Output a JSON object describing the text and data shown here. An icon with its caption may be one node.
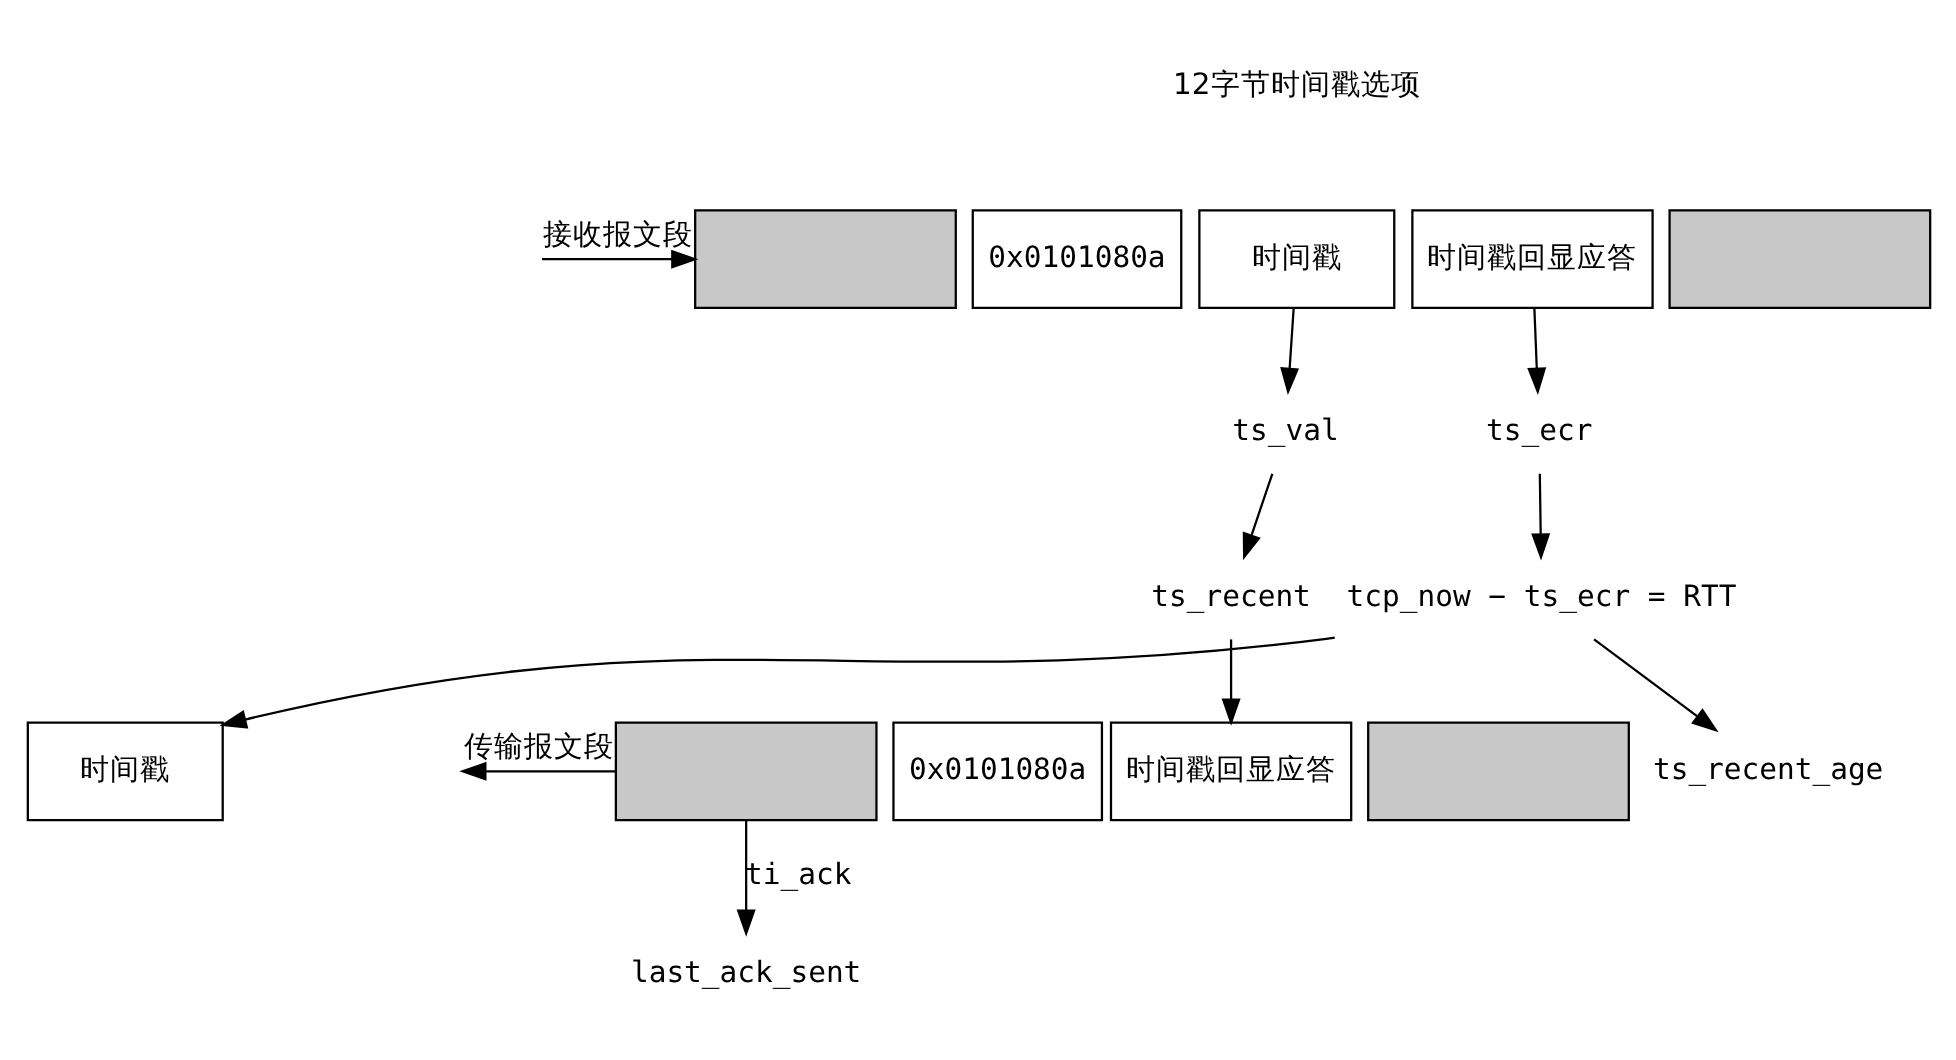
{
  "diagram": {
    "nodes": [
      {
        "text": [],
        "shape": "box"
      },
      {
        "text": [
          "0x0101080a"
        ]
      },
      {
        "text": [
          "时间戳"
        ]
      },
      {
        "text": [
          "时间戳回显应答"
        ]
      },
      {
        "text": [],
        "shape": "box"
      },
      {
        "text": [
          "ts_val"
        ]
      },
      {
        "text": [
          "ts_ecr"
        ]
      },
      {
        "text": [
          "tcp_now − ts_ecr = RTT"
        ]
      },
      {
        "text": [
          "ts_recent"
        ]
      },
      {
        "text": [
          "ts_recent_age"
        ]
      },
      {
        "text": [],
        "shape": "box"
      },
      {
        "text": [
          "0x0101080a"
        ]
      },
      {
        "text": [
          "时间戳"
        ]
      },
      {
        "text": [
          "时间戳回显应答"
        ]
      },
      {
        "text": [],
        "shape": "box"
      },
      {
        "text": [
          "last_ack_sent"
        ]
      }
    ],
    "edges": [
      {
        "from": null,
        "to": 0,
        "arrow": "to",
        "label": "接收报文段"
      },
      {
        "from": 2,
        "to": 5,
        "arrow": "to"
      },
      {
        "from": 3,
        "to": 6,
        "arrow": "to"
      },
      {
        "from": 6,
        "to": 7,
        "arrow": "to"
      },
      {
        "from": 5,
        "to": 8,
        "arrow": "to"
      },
      {
        "from": 7,
        "to": 9,
        "arrow": "to"
      },
      {
        "from": 8,
        "to": 13,
        "arrow": "to"
      },
      {
        "from": 7,
        "to": 12,
        "arrow": "to"
      },
      {
        "from": 10,
        "to": 15,
        "arrow": "to",
        "label": "ti_ack"
      },
      {
        "from": 10,
        "to": null,
        "arrow": "to",
        "label": "传输报文段"
      }
    ],
    "labels": [
      "12字节时间戳选项"
    ]
  }
}
